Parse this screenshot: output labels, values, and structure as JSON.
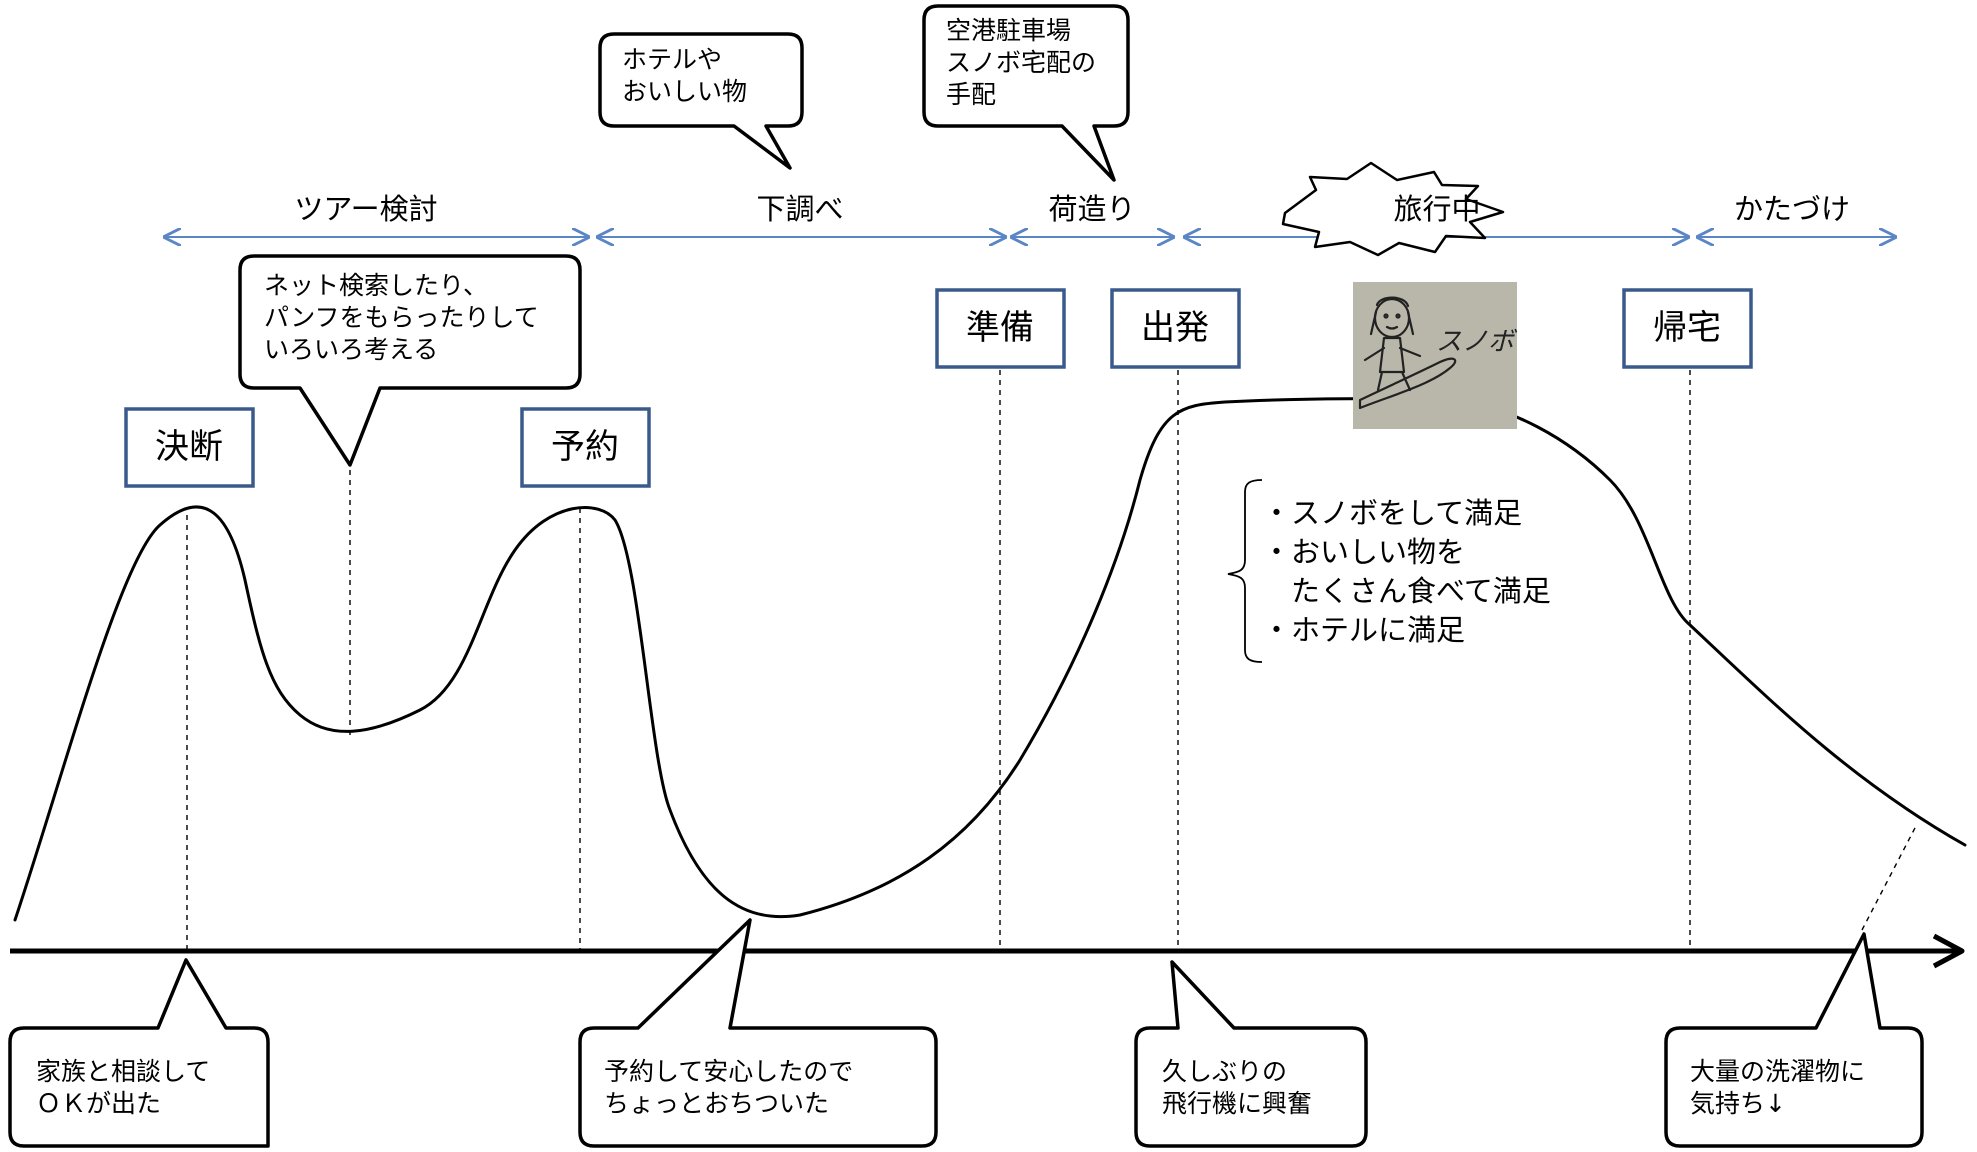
{
  "phases": [
    {
      "label": "ツアー検討"
    },
    {
      "label": "下調べ"
    },
    {
      "label": "荷造り"
    },
    {
      "label": "旅行中"
    },
    {
      "label": "かたづけ"
    }
  ],
  "milestones": [
    {
      "label": "決断"
    },
    {
      "label": "予約"
    },
    {
      "label": "準備"
    },
    {
      "label": "出発"
    },
    {
      "label": "帰宅"
    }
  ],
  "callouts": {
    "top_hotel": [
      "ホテルや",
      "おいしい物"
    ],
    "top_parking": [
      "空港駐車場",
      "スノボ宅配の",
      "手配"
    ],
    "net_search": [
      "ネット検索したり、",
      "パンフをもらったりして",
      "いろいろ考える"
    ],
    "family": [
      "家族と相談して",
      "ＯＫが出た"
    ],
    "reserved": [
      "予約して安心したので",
      "ちょっとおちついた"
    ],
    "plane": [
      "久しぶりの",
      "飛行機に興奮"
    ],
    "laundry": [
      "大量の洗濯物に",
      "気持ち↓"
    ]
  },
  "satisfaction": {
    "items": [
      "・スノボをして満足",
      "・おいしい物を",
      "　たくさん食べて満足",
      "・ホテルに満足"
    ]
  },
  "sketch": {
    "text": "スノボ"
  },
  "colors": {
    "arrow": "#5b86c5",
    "box_border": "#3b5a8c",
    "sketch_bg": "#b9b7aa",
    "line": "#000000"
  }
}
